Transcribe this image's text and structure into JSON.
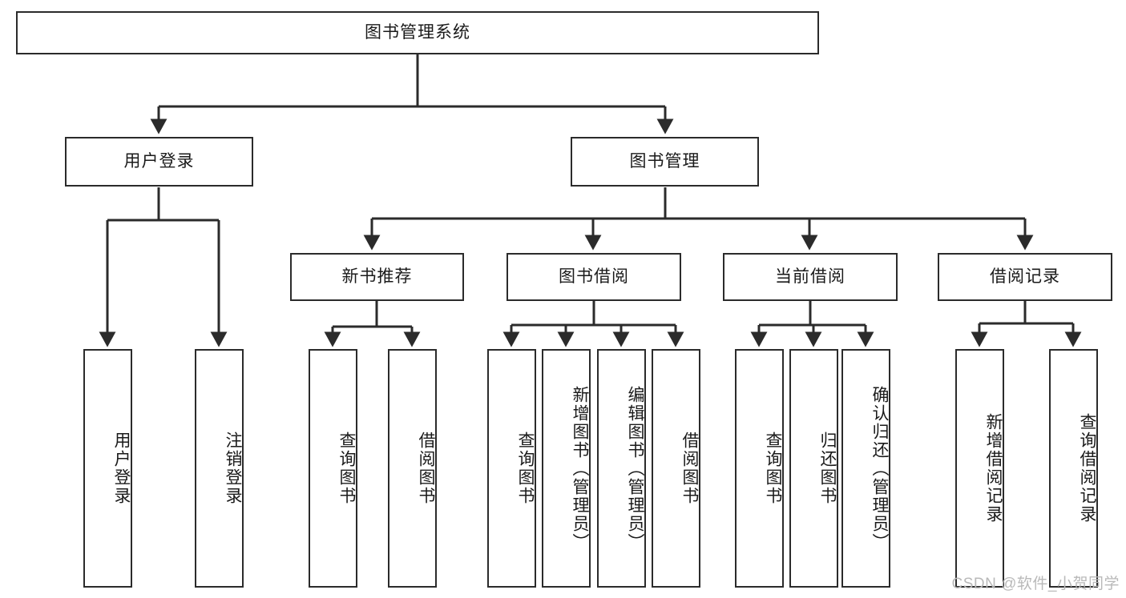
{
  "diagram": {
    "type": "tree",
    "title": "图书管理系统",
    "watermark": "CSDN @软件_小贺同学",
    "colors": {
      "box_border": "#2b2b2b",
      "box_fill": "#ffffff",
      "connector": "#2b2b2b",
      "text": "#1a1a1a",
      "watermark": "#b9b9b9"
    },
    "nodes": {
      "root": {
        "label": "图书管理系统"
      },
      "level1": [
        {
          "id": "user-login",
          "label": "用户登录"
        },
        {
          "id": "book-manage",
          "label": "图书管理"
        }
      ],
      "level2": [
        {
          "id": "new-book-recommend",
          "label": "新书推荐"
        },
        {
          "id": "book-borrow",
          "label": "图书借阅"
        },
        {
          "id": "current-borrow",
          "label": "当前借阅"
        },
        {
          "id": "borrow-record",
          "label": "借阅记录"
        }
      ],
      "leaves": {
        "user-login": [
          {
            "id": "leaf-user-login",
            "label": "用户登录"
          },
          {
            "id": "leaf-logout-login",
            "label": "注销登录"
          }
        ],
        "new-book-recommend": [
          {
            "id": "leaf-query-book-1",
            "label": "查询图书"
          },
          {
            "id": "leaf-borrow-book-1",
            "label": "借阅图书"
          }
        ],
        "book-borrow": [
          {
            "id": "leaf-query-book-2",
            "label": "查询图书"
          },
          {
            "id": "leaf-add-book",
            "label": "新增图书（管理员）"
          },
          {
            "id": "leaf-edit-book",
            "label": "编辑图书（管理员）"
          },
          {
            "id": "leaf-borrow-book-2",
            "label": "借阅图书"
          }
        ],
        "current-borrow": [
          {
            "id": "leaf-query-book-3",
            "label": "查询图书"
          },
          {
            "id": "leaf-return-book",
            "label": "归还图书"
          },
          {
            "id": "leaf-confirm-return",
            "label": "确认归还（管理员）"
          }
        ],
        "borrow-record": [
          {
            "id": "leaf-add-record",
            "label": "新增借阅记录"
          },
          {
            "id": "leaf-query-record",
            "label": "查询借阅记录"
          }
        ]
      }
    }
  }
}
